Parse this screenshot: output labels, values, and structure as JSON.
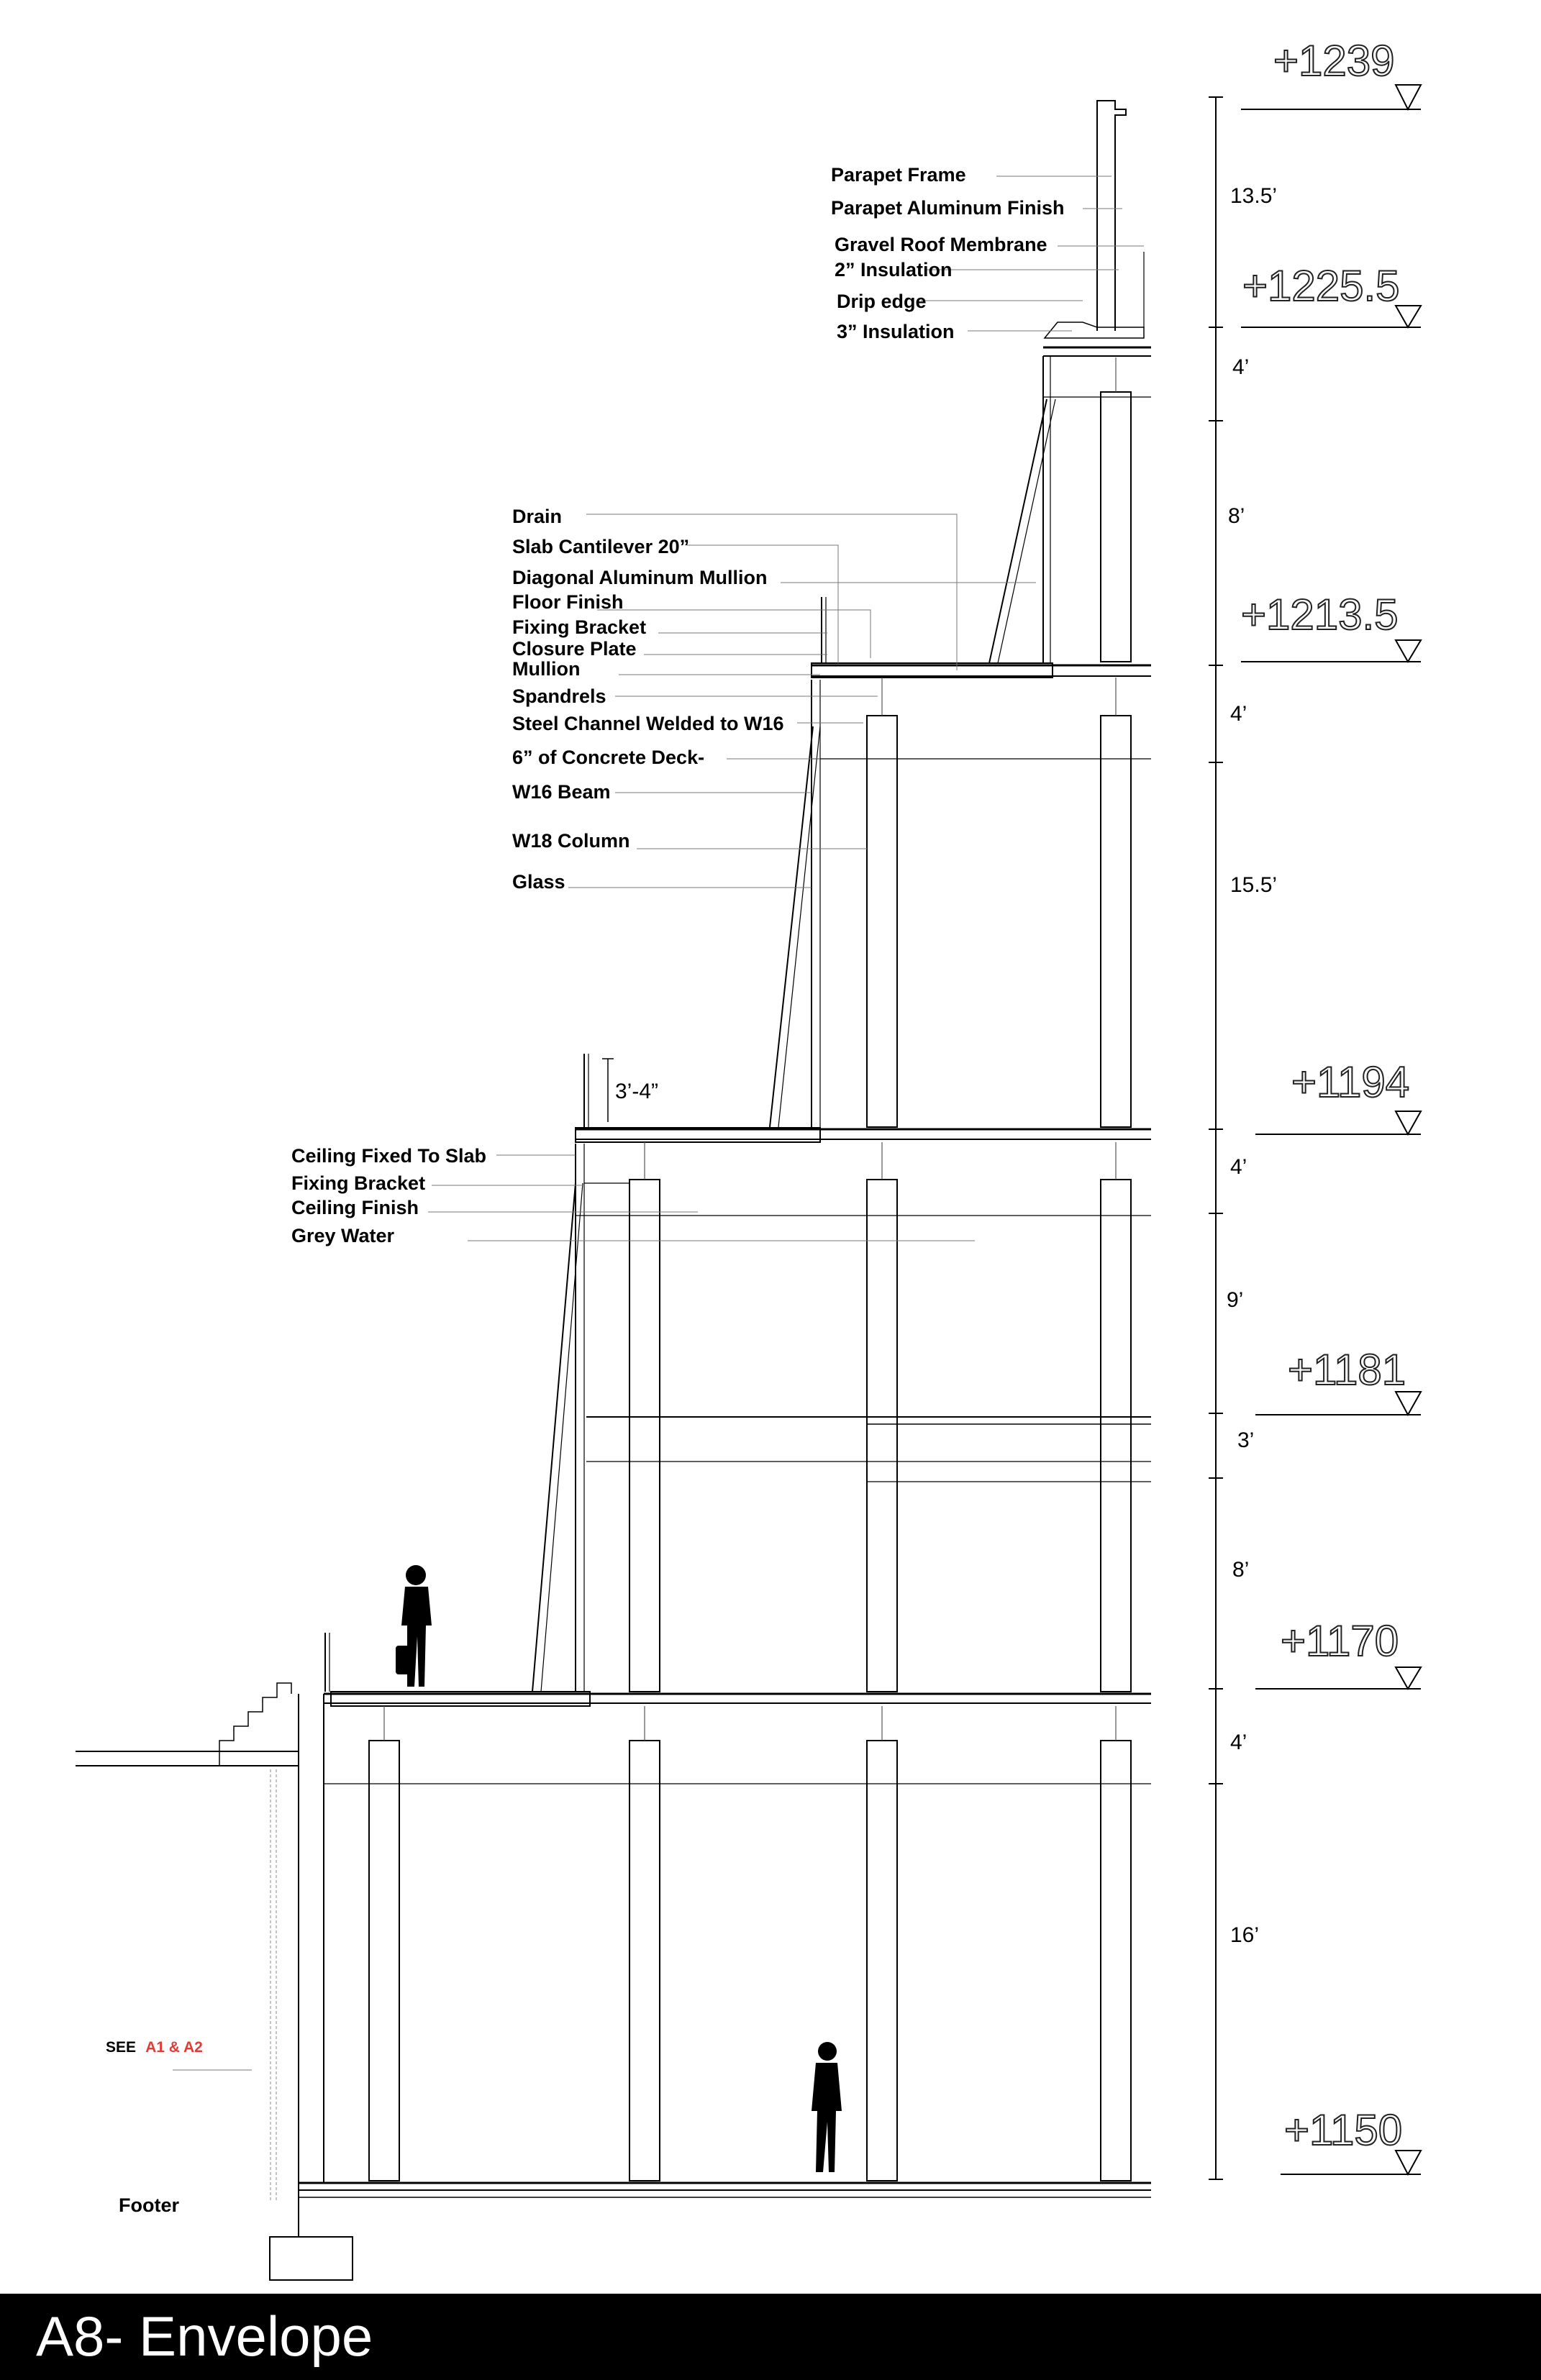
{
  "title": "A8- Envelope",
  "leaders": {
    "parapet_frame": "Parapet Frame",
    "parapet_aluminum_finish": "Parapet Aluminum Finish",
    "gravel_roof_membrane": "Gravel Roof Membrane",
    "insulation_2in": "2” Insulation",
    "drip_edge": "Drip edge",
    "insulation_3in": "3” Insulation",
    "drain": "Drain",
    "slab_cantilever": "Slab Cantilever 20”",
    "diagonal_aluminum_mullion": "Diagonal Aluminum Mullion",
    "floor_finish": "Floor Finish",
    "fixing_bracket_upper": "Fixing Bracket",
    "closure_plate": "Closure Plate",
    "mullion": "Mullion",
    "spandrels": "Spandrels",
    "steel_channel": "Steel Channel Welded to W16",
    "concrete_deck": "6” of Concrete Deck-",
    "w16_beam": "W16 Beam",
    "w18_column": "W18 Column",
    "glass": "Glass",
    "ceiling_fixed_to_slab": "Ceiling Fixed To Slab",
    "fixing_bracket_lower": "Fixing Bracket",
    "ceiling_finish": "Ceiling Finish",
    "grey_water": "Grey Water"
  },
  "notes": {
    "see": "SEE",
    "refs": "A1 & A2",
    "refs_color": "#e53935",
    "footer": "Footer",
    "railing_height": "3’-4”"
  },
  "elevations": {
    "e1239": "+1239",
    "e1225": "+1225.5",
    "e1213": "+1213.5",
    "e1194": "+1194",
    "e1181": "+1181",
    "e1170": "+1170",
    "e1150": "+1150"
  },
  "dimensions": {
    "d1": "13.5’",
    "d2": "4’",
    "d3": "8’",
    "d4": "4’",
    "d5": "15.5’",
    "d6": "4’",
    "d7": "9’",
    "d8": "3’",
    "d9": "8’",
    "d10": "4’",
    "d11": "16’"
  }
}
